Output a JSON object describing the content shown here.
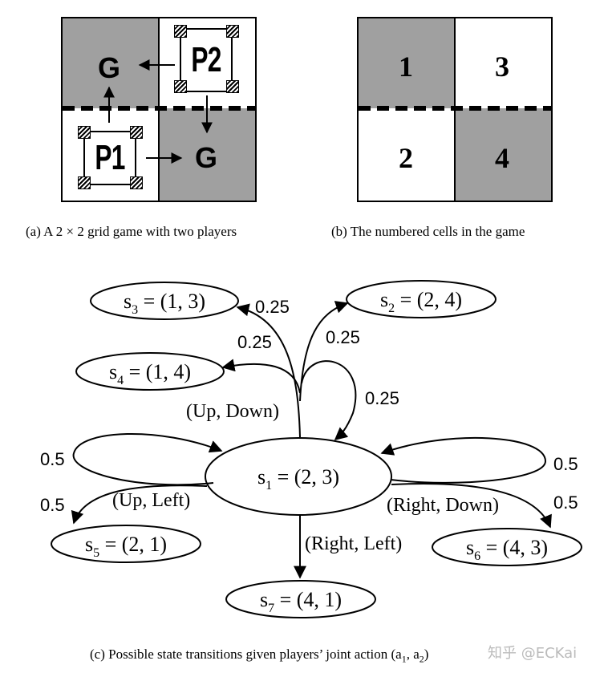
{
  "panel_a": {
    "goal_label": "G",
    "player1_label": "P1",
    "player2_label": "P2",
    "caption": "(a) A 2 × 2 grid game with two players"
  },
  "panel_b": {
    "cell_numbers": [
      "1",
      "3",
      "2",
      "4"
    ],
    "caption": "(b) The numbered cells in the game"
  },
  "panel_c": {
    "states": {
      "s1": {
        "name": "s",
        "sub": "1",
        "value": " = (2, 3)"
      },
      "s2": {
        "name": "s",
        "sub": "2",
        "value": " = (2, 4)"
      },
      "s3": {
        "name": "s",
        "sub": "3",
        "value": " = (1, 3)"
      },
      "s4": {
        "name": "s",
        "sub": "4",
        "value": " = (1, 4)"
      },
      "s5": {
        "name": "s",
        "sub": "5",
        "value": " = (2, 1)"
      },
      "s6": {
        "name": "s",
        "sub": "6",
        "value": " = (4, 3)"
      },
      "s7": {
        "name": "s",
        "sub": "7",
        "value": " = (4, 1)"
      }
    },
    "actions": {
      "up_down": "(Up, Down)",
      "up_left": "(Up, Left)",
      "right_down": "(Right, Down)",
      "right_left": "(Right, Left)"
    },
    "probabilities": {
      "to_s3": "0.25",
      "to_s4": "0.25",
      "to_s2": "0.25",
      "self_up_down": "0.25",
      "self_up_left": "0.5",
      "to_s5": "0.5",
      "self_right_down": "0.5",
      "to_s6": "0.5"
    },
    "caption": "(c) Possible state transitions given players’ joint action (a",
    "caption_sub1": "1",
    "caption_sep": ", a",
    "caption_sub2": "2",
    "caption_end": ")"
  },
  "watermark": "知乎 @ECKai",
  "colors": {
    "cell_gray": "#a0a0a0",
    "line": "#000000"
  }
}
